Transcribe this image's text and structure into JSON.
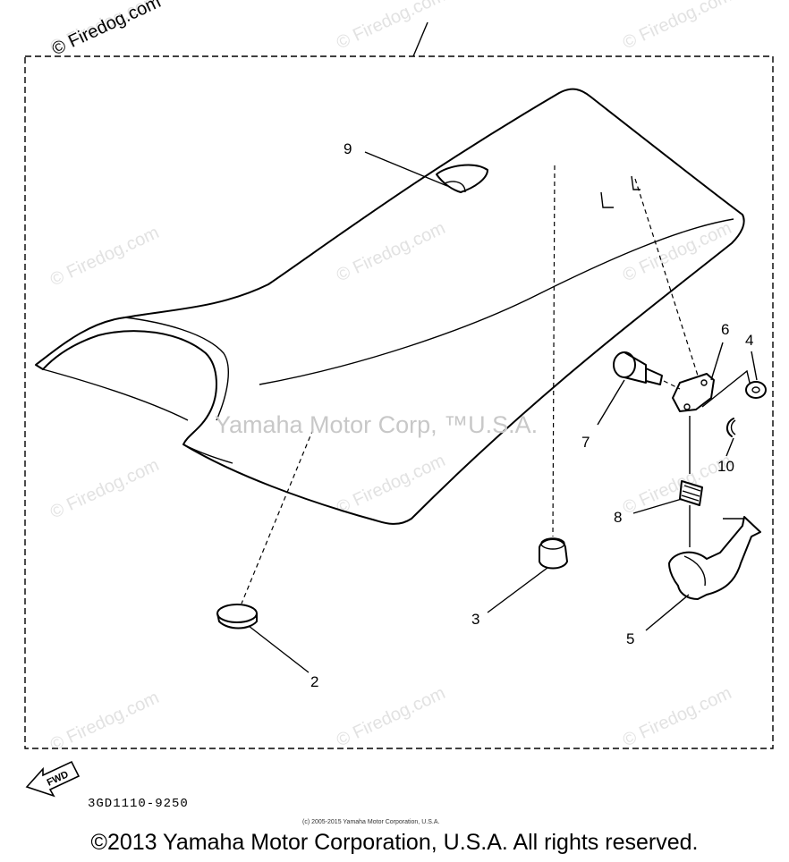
{
  "diagram": {
    "callouts": {
      "c2": "2",
      "c3": "3",
      "c4": "4",
      "c5": "5",
      "c6": "6",
      "c7": "7",
      "c8": "8",
      "c9": "9",
      "c10": "10"
    },
    "center_watermark": "Yamaha Motor Corp, ™U.S.A.",
    "watermark_text": "© Firedog.com",
    "fwd_label": "FWD",
    "diagram_code": "3GD1110-9250",
    "small_notice": "(c) 2005-2015 Yamaha Motor Corporation, U.S.A."
  },
  "footer": {
    "copyright": "©2013 Yamaha Motor Corporation, U.S.A. All rights reserved."
  }
}
